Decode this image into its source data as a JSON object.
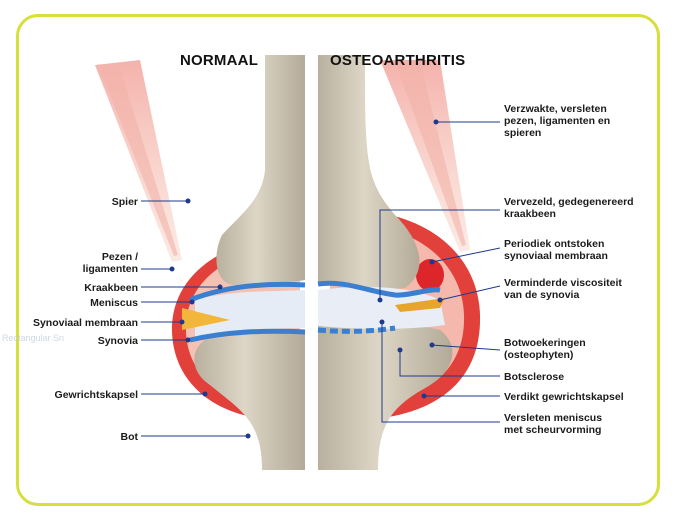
{
  "headings": {
    "normal": "NORMAAL",
    "osteo": "OSTEOARTHRITIS"
  },
  "labels_left": {
    "spier": "Spier",
    "pezen": "Pezen /\nligamenten",
    "kraakbeen": "Kraakbeen",
    "meniscus": "Meniscus",
    "synoviaal": "Synoviaal membraan",
    "synovia": "Synovia",
    "kapsel": "Gewrichtskapsel",
    "bot": "Bot"
  },
  "labels_right": {
    "verzwakte": "Verzwakte, versleten\npezen, ligamenten en\nspieren",
    "vervezeld": "Vervezeld, gedegenereerd\nkraakbeen",
    "ontstoken": "Periodiek ontstoken\nsynoviaal membraan",
    "viscositeit": "Verminderde viscositeit\nvan de synovia",
    "botwoekeringen": "Botwoekeringen\n(osteophyten)",
    "botsclerose": "Botsclerose",
    "verdikt": "Verdikt gewrichtskapsel",
    "meniscus": "Versleten meniscus\nmet scheurvorming"
  },
  "ghost_text": "Rectangular Sn",
  "colors": {
    "frame": "#d6df3c",
    "bone": "#cfc6b4",
    "cartilage": "#3a7fd0",
    "capsule": "#e2403b",
    "leader": "#1f3a8c"
  }
}
